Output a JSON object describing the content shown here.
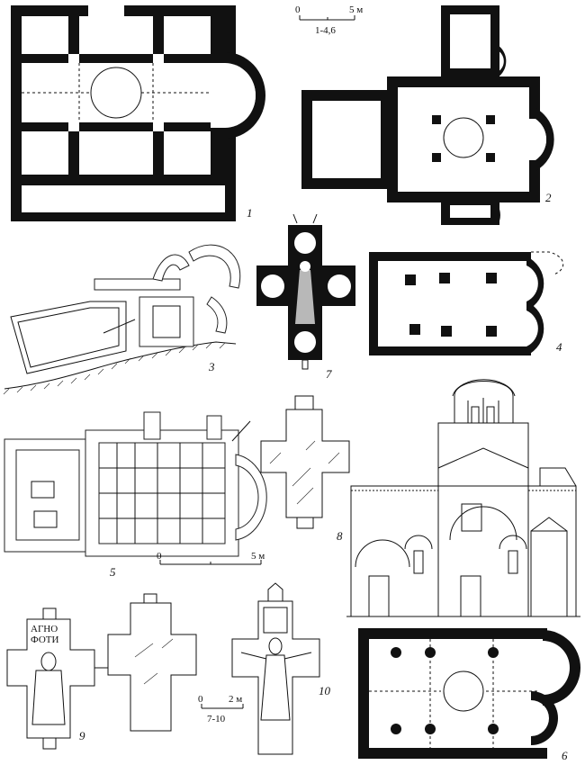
{
  "scale_bars": {
    "top": {
      "zero": "0",
      "end": "5 м",
      "range": "1-4,6"
    },
    "middle": {
      "zero": "0",
      "end": "5 м"
    },
    "bottom": {
      "zero": "0",
      "end": "2 м",
      "range": "7-10"
    }
  },
  "figure_numbers": [
    "1",
    "2",
    "3",
    "4",
    "5",
    "6",
    "7",
    "8",
    "9",
    "10"
  ],
  "cross_inscriptions": {
    "fig9_top": "АГНО",
    "fig9_mid": "ФОТИ"
  }
}
